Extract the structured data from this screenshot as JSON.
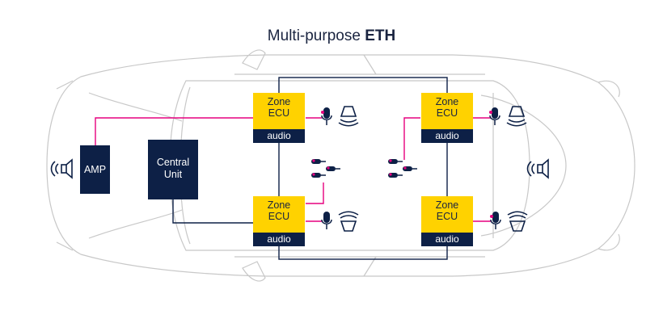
{
  "title": {
    "prefix": "Multi-purpose ",
    "emphasis": "ETH"
  },
  "amp": {
    "label": "AMP"
  },
  "central_unit": {
    "line1": "Central",
    "line2": "Unit"
  },
  "zone_ecus": [
    {
      "line1": "Zone",
      "line2": "ECU",
      "tag": "audio"
    },
    {
      "line1": "Zone",
      "line2": "ECU",
      "tag": "audio"
    },
    {
      "line1": "Zone",
      "line2": "ECU",
      "tag": "audio"
    },
    {
      "line1": "Zone",
      "line2": "ECU",
      "tag": "audio"
    }
  ],
  "colors": {
    "ecu_fill": "#ffd200",
    "navy": "#0d2046",
    "audio_link": "#e6007e",
    "car_outline": "#c8c8c8"
  },
  "icons": [
    "speaker-icon",
    "microphone-icon",
    "horn-speaker-icon",
    "wireless-horn-icon",
    "mic-array-icon"
  ]
}
